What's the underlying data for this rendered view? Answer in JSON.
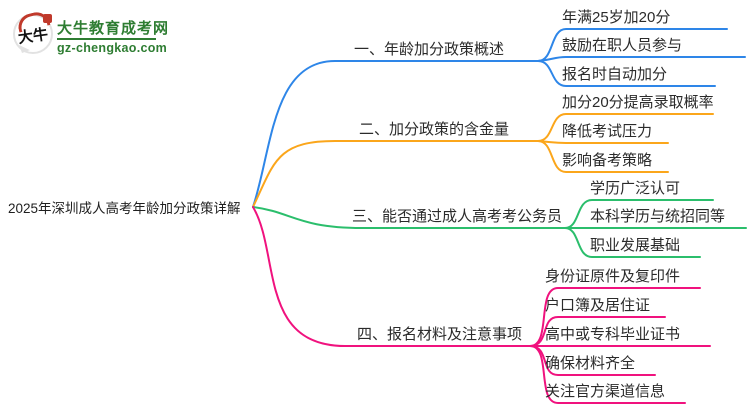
{
  "site": {
    "name": "大牛教育成考网",
    "domain": "gz-chengkao.com",
    "logo_text": "大牛",
    "brand_color": "#2E7D32"
  },
  "central_topic": "2025年深圳成人高考年龄加分政策详解",
  "branches": [
    {
      "label": "一、年龄加分政策概述",
      "color": "#2E86E8",
      "leaves": [
        "年满25岁加20分",
        "鼓励在职人员参与",
        "报名时自动加分"
      ]
    },
    {
      "label": "二、加分政策的含金量",
      "color": "#FBA61B",
      "leaves": [
        "加分20分提高录取概率",
        "降低考试压力",
        "影响备考策略"
      ]
    },
    {
      "label": "三、能否通过成人高考考公务员",
      "color": "#2BBE6C",
      "leaves": [
        "学历广泛认可",
        "本科学历与统招同等",
        "职业发展基础"
      ]
    },
    {
      "label": "四、报名材料及注意事项",
      "color": "#F0127E",
      "leaves": [
        "身份证原件及复印件",
        "户口簿及居住证",
        "高中或专科毕业证书",
        "确保材料齐全",
        "关注官方渠道信息"
      ]
    }
  ]
}
